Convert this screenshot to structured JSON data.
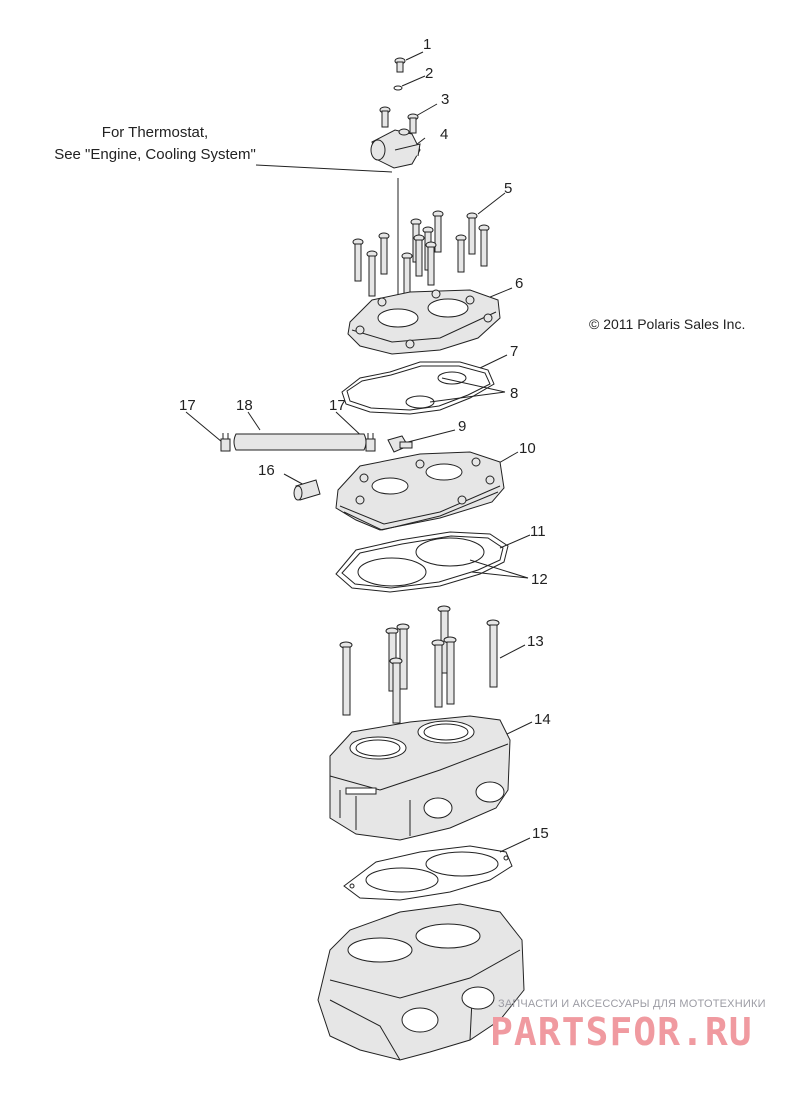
{
  "diagram": {
    "note_line1": "For Thermostat,",
    "note_line2": "See \"Engine, Cooling System\"",
    "copyright": "© 2011 Polaris Sales Inc.",
    "callouts": [
      "1",
      "2",
      "3",
      "4",
      "5",
      "6",
      "7",
      "8",
      "9",
      "10",
      "11",
      "12",
      "13",
      "14",
      "15",
      "16",
      "17",
      "17",
      "18"
    ]
  },
  "watermark": {
    "tagline": "ЗАПЧАСТИ И АКСЕССУАРЫ ДЛЯ МОТОТЕХНИКИ",
    "brand": "PARTSFOR.RU"
  },
  "colors": {
    "ink": "#222222",
    "part_fill": "#e6e6e6",
    "watermark_red": "#f09aa0",
    "watermark_gray": "#9c9ca4"
  }
}
